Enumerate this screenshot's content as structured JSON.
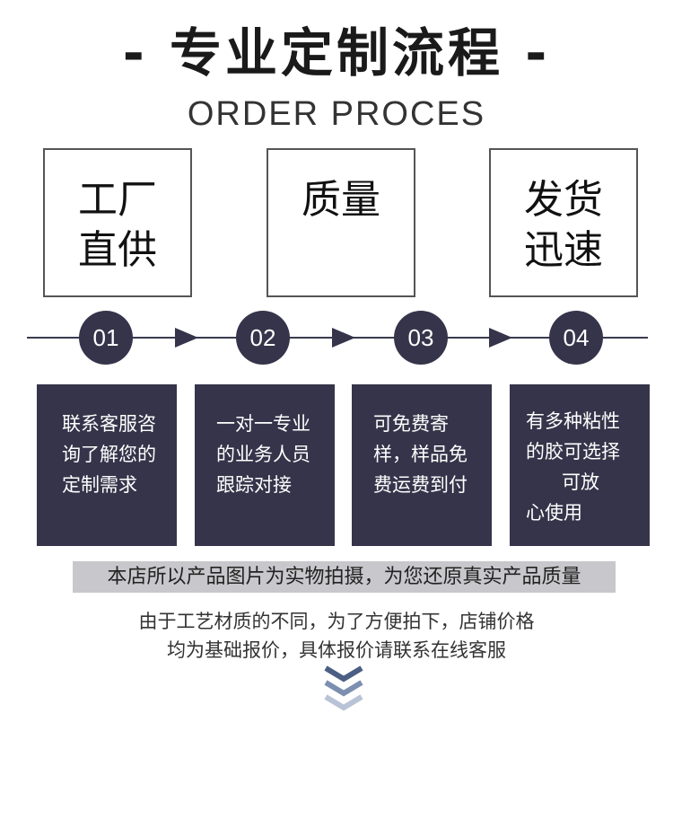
{
  "header": {
    "title": "- 专业定制流程 -",
    "subtitle": "ORDER PROCES"
  },
  "features": [
    {
      "lines": [
        "工厂",
        "直供"
      ]
    },
    {
      "lines": [
        "质量",
        ""
      ]
    },
    {
      "lines": [
        "发货",
        "迅速"
      ]
    }
  ],
  "steps": [
    {
      "number": "01",
      "lines": [
        "联系客服咨",
        "询了解您的",
        "定制需求"
      ]
    },
    {
      "number": "02",
      "lines": [
        "一对一专业",
        "的业务人员",
        "跟踪对接"
      ]
    },
    {
      "number": "03",
      "lines": [
        "可免费寄",
        "样，样品免",
        "费运费到付"
      ]
    },
    {
      "number": "04",
      "lines": [
        "有多种粘性",
        "的胶可选择",
        "      可放",
        "心使用"
      ]
    }
  ],
  "notice": {
    "band": "本店所以产品图片为实物拍摄，为您还原真实产品质量",
    "line1": "由于工艺材质的不同，为了方便拍下，店铺价格",
    "line2": "均为基础报价，具体报价请联系在线客服"
  },
  "colors": {
    "primary": "#35344a",
    "band": "#c8c8cc",
    "chevron": "#5a6e94"
  }
}
